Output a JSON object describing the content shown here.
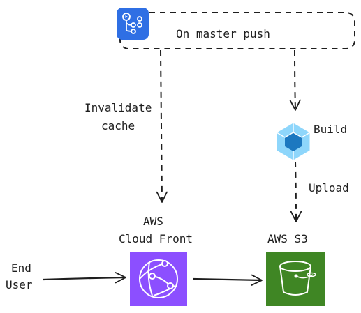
{
  "trigger": {
    "label": "On master push",
    "icon": "github-actions-icon"
  },
  "edges": {
    "invalidate": [
      "Invalidate",
      "cache"
    ],
    "upload": "Upload"
  },
  "nodes": {
    "build": {
      "label": "Build",
      "icon": "webpack-icon"
    },
    "cloudfront": {
      "label": [
        "AWS",
        "Cloud Front"
      ],
      "icon": "cloudfront-icon",
      "color": "#8c4fff"
    },
    "s3": {
      "label": "AWS S3",
      "icon": "s3-bucket-icon",
      "color": "#3f8624"
    },
    "user": {
      "label": [
        "End",
        "User"
      ]
    }
  },
  "colors": {
    "stroke": "#1e1e1e",
    "actions_blue": "#2f6fe4",
    "webpack_light": "#8ed6fb",
    "webpack_dark": "#1c78c0"
  }
}
